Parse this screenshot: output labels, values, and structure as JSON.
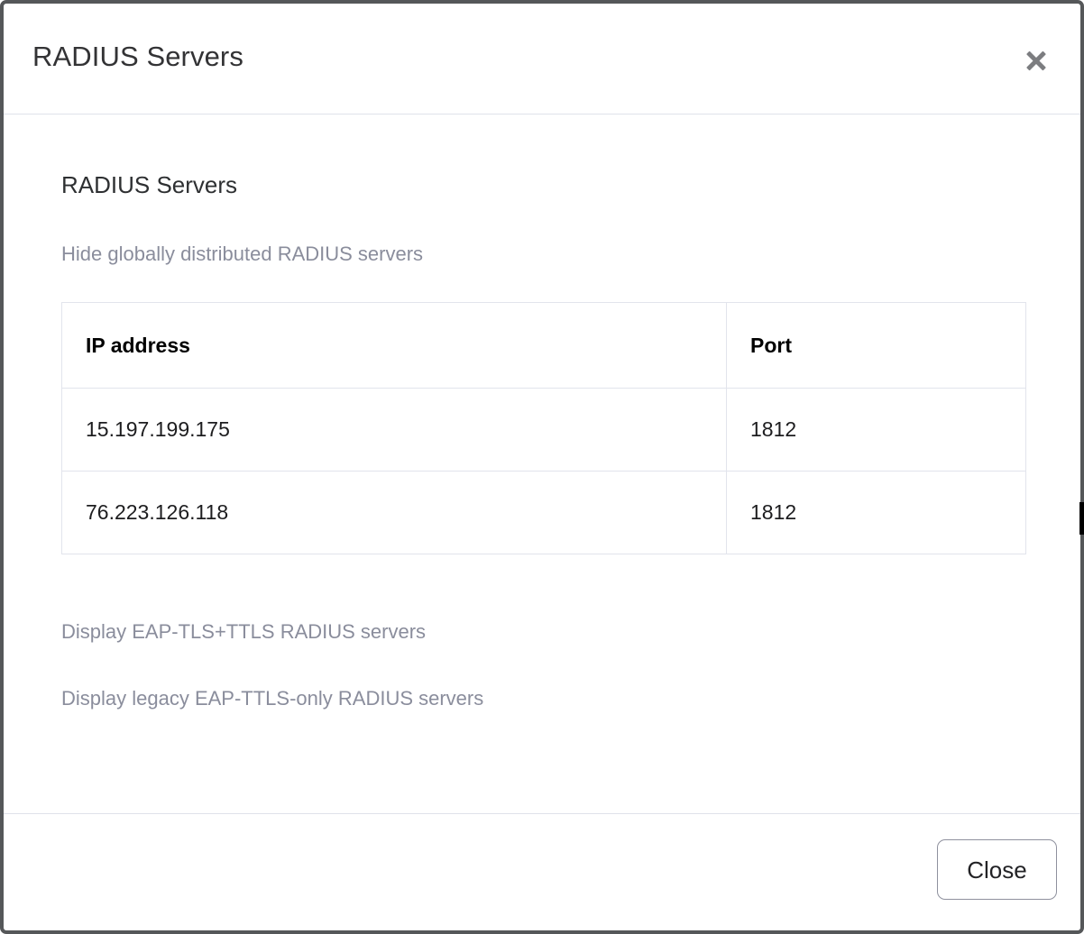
{
  "modal": {
    "header": {
      "title": "RADIUS Servers",
      "close_icon": "close-icon"
    },
    "body": {
      "section_heading": "RADIUS Servers",
      "links": [
        {
          "label": "Hide globally distributed RADIUS servers"
        },
        {
          "label": "Display EAP-TLS+TTLS RADIUS servers"
        },
        {
          "label": "Display legacy EAP-TTLS-only RADIUS servers"
        }
      ],
      "table": {
        "columns": [
          "IP address",
          "Port"
        ],
        "rows": [
          {
            "ip": "15.197.199.175",
            "port": "1812"
          },
          {
            "ip": "76.223.126.118",
            "port": "1812"
          }
        ]
      }
    },
    "footer": {
      "close_label": "Close"
    }
  },
  "colors": {
    "frame": "#555759",
    "divider": "#dfe2ea",
    "table_border": "#e2e4ec",
    "muted_link": "#8a8d9c",
    "title": "#333335",
    "button_border": "#8f919e"
  }
}
